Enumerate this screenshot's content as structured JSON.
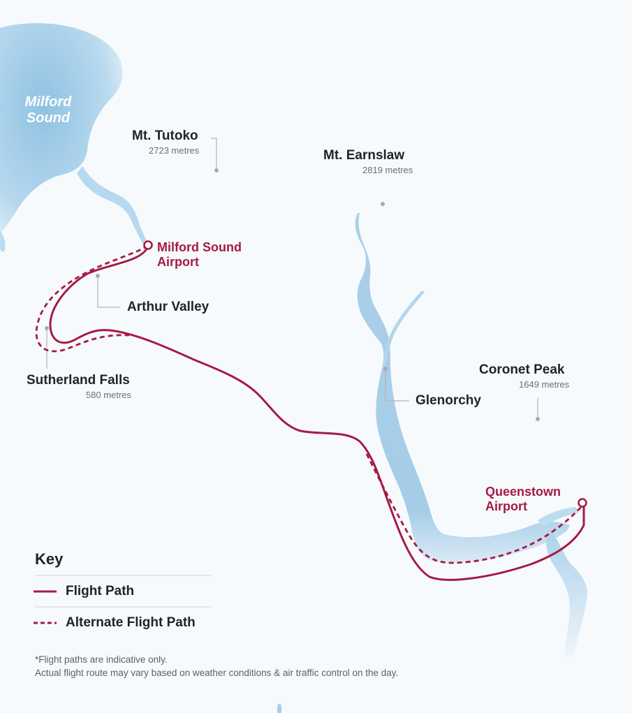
{
  "colors": {
    "background": "#f7fafc",
    "water": "#a9cfe8",
    "route": "#a61a45",
    "marker": "#a8aaad",
    "text": "#20232a",
    "subtext": "#6b6f76"
  },
  "water_labels": {
    "milford_sound_line1": "Milford",
    "milford_sound_line2": "Sound"
  },
  "peaks": {
    "tutoko": {
      "name": "Mt. Tutoko",
      "height": "2723 metres"
    },
    "earnslaw": {
      "name": "Mt. Earnslaw",
      "height": "2819 metres"
    },
    "coronet": {
      "name": "Coronet Peak",
      "height": "1649 metres"
    },
    "sutherland": {
      "name": "Sutherland Falls",
      "height": "580 metres"
    }
  },
  "places": {
    "arthur_valley": "Arthur Valley",
    "glenorchy": "Glenorchy"
  },
  "airports": {
    "milford": {
      "line1": "Milford Sound",
      "line2": "Airport"
    },
    "queenstown": {
      "line1": "Queenstown",
      "line2": "Airport"
    }
  },
  "key": {
    "title": "Key",
    "flight_path": "Flight Path",
    "alternate_flight_path": "Alternate Flight Path"
  },
  "notes": {
    "line1": "*Flight paths are indicative only.",
    "line2": "Actual flight route may vary based on weather conditions & air traffic control on the day."
  }
}
